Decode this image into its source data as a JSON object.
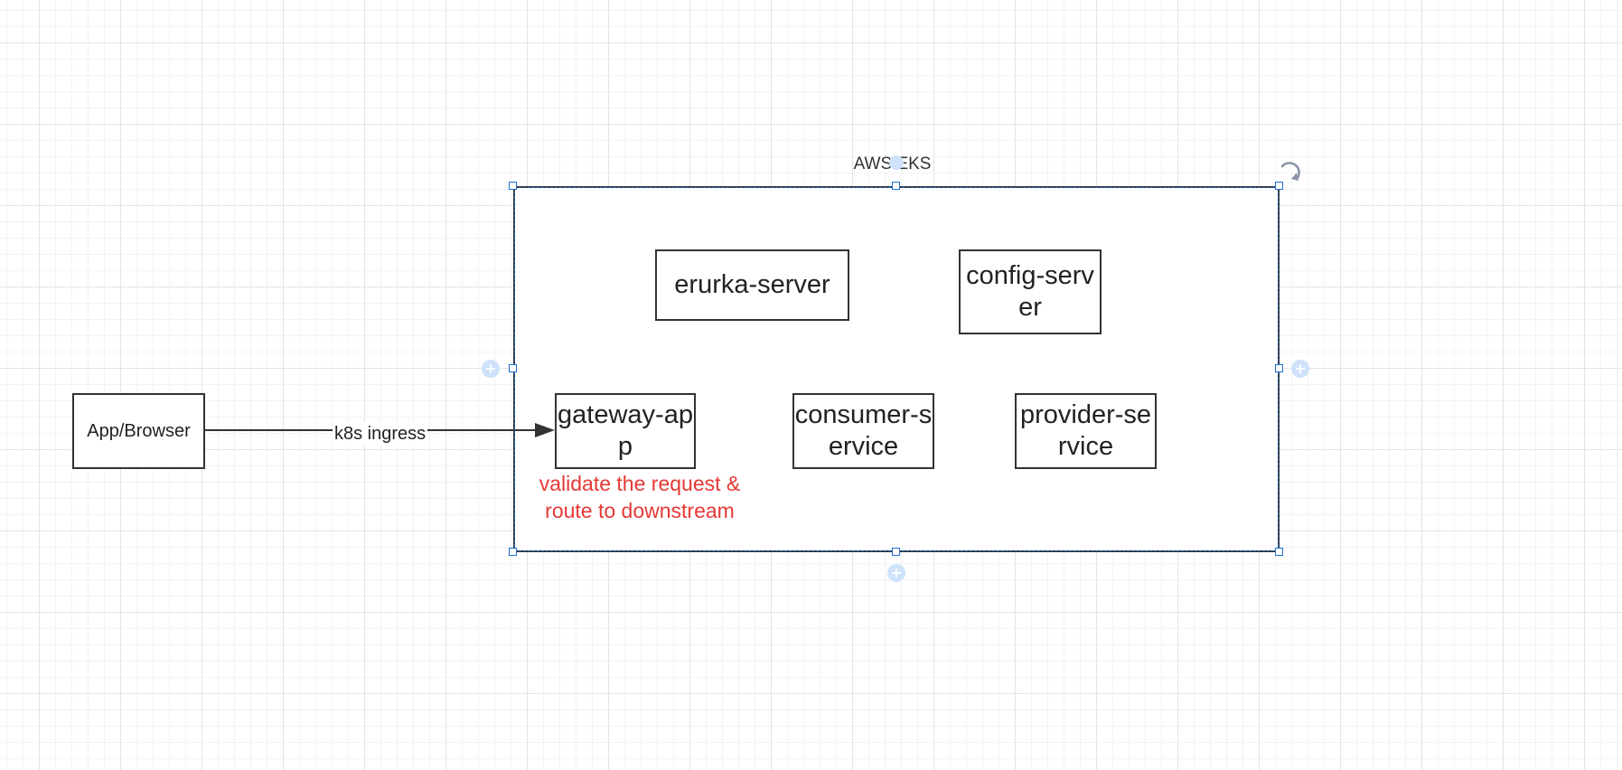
{
  "diagram": {
    "container": {
      "title": "AWS EKS"
    },
    "nodes": {
      "client": "App/Browser",
      "eureka": "erurka-server",
      "config": "config-server",
      "gateway": "gateway-app",
      "consumer": "consumer-service",
      "provider": "provider-service"
    },
    "edge": {
      "label": "k8s ingress"
    },
    "annotation": "validate the request & route to downstream"
  },
  "colors": {
    "stroke": "#333333",
    "selection": "#1e6fd0",
    "annotation": "#e53935",
    "handle_fill": "#cfe2fb"
  },
  "icons": {
    "rotate": "rotate-icon",
    "connect": "add-connection-icon"
  }
}
